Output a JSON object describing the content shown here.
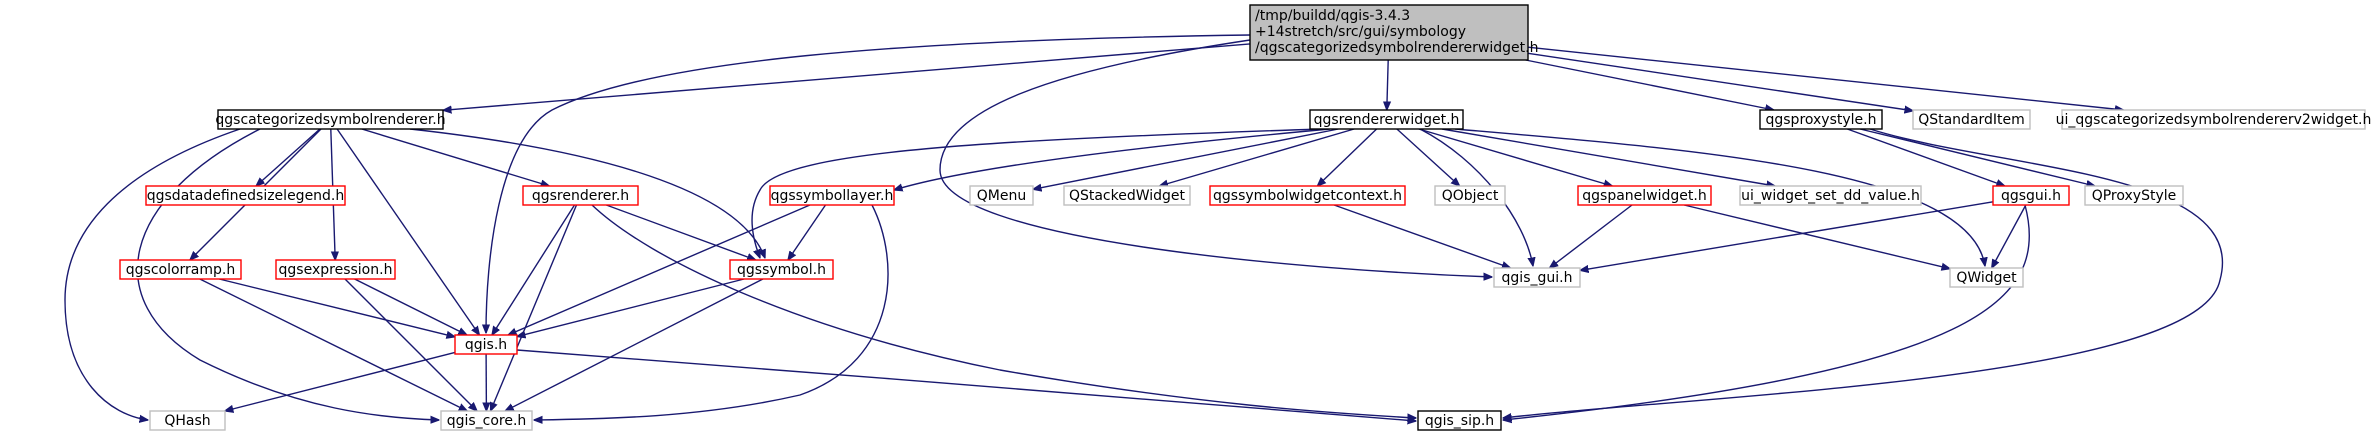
{
  "colors": {
    "edge": "#191970",
    "root_fill": "#bfbfbf",
    "default_fill": "#ffffff",
    "border_black": "#000000",
    "border_red": "#ff0000",
    "border_gray": "#bfbfbf",
    "text": "#000000"
  },
  "nodes": [
    {
      "id": "root",
      "lines": [
        "/tmp/buildd/qgis-3.4.3",
        "+14stretch/src/gui/symbology",
        "/qgscategorizedsymbolrendererwidget.h"
      ],
      "style": "root"
    },
    {
      "id": "qgscategorizedsymbolrenderer",
      "lines": [
        "qgscategorizedsymbolrenderer.h"
      ],
      "style": "black"
    },
    {
      "id": "qgsrendererwidget",
      "lines": [
        "qgsrendererwidget.h"
      ],
      "style": "black"
    },
    {
      "id": "qgsproxystyle",
      "lines": [
        "qgsproxystyle.h"
      ],
      "style": "black"
    },
    {
      "id": "QStandardItem",
      "lines": [
        "QStandardItem"
      ],
      "style": "gray"
    },
    {
      "id": "ui_widget",
      "lines": [
        "ui_qgscategorizedsymbolrendererv2widget.h"
      ],
      "style": "gray"
    },
    {
      "id": "qgsdatadefinedsizelegend",
      "lines": [
        "qgsdatadefinedsizelegend.h"
      ],
      "style": "red"
    },
    {
      "id": "qgsrenderer",
      "lines": [
        "qgsrenderer.h"
      ],
      "style": "red"
    },
    {
      "id": "qgssymbollayer",
      "lines": [
        "qgssymbollayer.h"
      ],
      "style": "red"
    },
    {
      "id": "QMenu",
      "lines": [
        "QMenu"
      ],
      "style": "gray"
    },
    {
      "id": "QStackedWidget",
      "lines": [
        "QStackedWidget"
      ],
      "style": "gray"
    },
    {
      "id": "qgssymbolwidgetcontext",
      "lines": [
        "qgssymbolwidgetcontext.h"
      ],
      "style": "red"
    },
    {
      "id": "QObject",
      "lines": [
        "QObject"
      ],
      "style": "gray"
    },
    {
      "id": "qgspanelwidget",
      "lines": [
        "qgspanelwidget.h"
      ],
      "style": "red"
    },
    {
      "id": "ui_widget_set_dd_value",
      "lines": [
        "ui_widget_set_dd_value.h"
      ],
      "style": "gray"
    },
    {
      "id": "qgsgui",
      "lines": [
        "qgsgui.h"
      ],
      "style": "red"
    },
    {
      "id": "QProxyStyle",
      "lines": [
        "QProxyStyle"
      ],
      "style": "gray"
    },
    {
      "id": "qgscolorramp",
      "lines": [
        "qgscolorramp.h"
      ],
      "style": "red"
    },
    {
      "id": "qgsexpression",
      "lines": [
        "qgsexpression.h"
      ],
      "style": "red"
    },
    {
      "id": "qgssymbol",
      "lines": [
        "qgssymbol.h"
      ],
      "style": "red"
    },
    {
      "id": "qgis_gui",
      "lines": [
        "qgis_gui.h"
      ],
      "style": "gray"
    },
    {
      "id": "QWidget",
      "lines": [
        "QWidget"
      ],
      "style": "gray"
    },
    {
      "id": "qgis",
      "lines": [
        "qgis.h"
      ],
      "style": "red"
    },
    {
      "id": "QHash",
      "lines": [
        "QHash"
      ],
      "style": "gray"
    },
    {
      "id": "qgis_core",
      "lines": [
        "qgis_core.h"
      ],
      "style": "gray"
    },
    {
      "id": "qgis_sip",
      "lines": [
        "qgis_sip.h"
      ],
      "style": "black"
    }
  ],
  "edges": [
    [
      "root",
      "qgscategorizedsymbolrenderer"
    ],
    [
      "root",
      "qgis"
    ],
    [
      "root",
      "qgis_gui"
    ],
    [
      "root",
      "qgsrendererwidget"
    ],
    [
      "root",
      "qgsproxystyle"
    ],
    [
      "root",
      "QStandardItem"
    ],
    [
      "root",
      "ui_widget"
    ],
    [
      "qgscategorizedsymbolrenderer",
      "qgsdatadefinedsizelegend"
    ],
    [
      "qgscategorizedsymbolrenderer",
      "qgsrenderer"
    ],
    [
      "qgscategorizedsymbolrenderer",
      "qgscolorramp"
    ],
    [
      "qgscategorizedsymbolrenderer",
      "qgsexpression"
    ],
    [
      "qgscategorizedsymbolrenderer",
      "qgssymbol"
    ],
    [
      "qgscategorizedsymbolrenderer",
      "qgis"
    ],
    [
      "qgscategorizedsymbolrenderer",
      "QHash"
    ],
    [
      "qgscategorizedsymbolrenderer",
      "qgis_core"
    ],
    [
      "qgsrenderer",
      "qgssymbol"
    ],
    [
      "qgsrenderer",
      "qgis"
    ],
    [
      "qgsrenderer",
      "qgis_core"
    ],
    [
      "qgsrenderer",
      "qgis_sip"
    ],
    [
      "qgsrendererwidget",
      "qgssymbollayer"
    ],
    [
      "qgsrendererwidget",
      "QMenu"
    ],
    [
      "qgsrendererwidget",
      "QStackedWidget"
    ],
    [
      "qgsrendererwidget",
      "qgssymbolwidgetcontext"
    ],
    [
      "qgsrendererwidget",
      "QObject"
    ],
    [
      "qgsrendererwidget",
      "qgspanelwidget"
    ],
    [
      "qgsrendererwidget",
      "ui_widget_set_dd_value"
    ],
    [
      "qgsrendererwidget",
      "qgis_gui"
    ],
    [
      "qgsrendererwidget",
      "QWidget"
    ],
    [
      "qgsrendererwidget",
      "qgssymbol"
    ],
    [
      "qgssymbollayer",
      "qgssymbol"
    ],
    [
      "qgssymbollayer",
      "qgis"
    ],
    [
      "qgssymbollayer",
      "qgis_core"
    ],
    [
      "qgssymbolwidgetcontext",
      "qgis_gui"
    ],
    [
      "qgspanelwidget",
      "qgis_gui"
    ],
    [
      "qgspanelwidget",
      "QWidget"
    ],
    [
      "qgsproxystyle",
      "qgsgui"
    ],
    [
      "qgsproxystyle",
      "QProxyStyle"
    ],
    [
      "qgsproxystyle",
      "qgis_sip"
    ],
    [
      "qgsgui",
      "qgis_gui"
    ],
    [
      "qgsgui",
      "QWidget"
    ],
    [
      "qgsgui",
      "qgis_sip"
    ],
    [
      "qgscolorramp",
      "qgis"
    ],
    [
      "qgscolorramp",
      "qgis_core"
    ],
    [
      "qgsexpression",
      "qgis"
    ],
    [
      "qgsexpression",
      "qgis_core"
    ],
    [
      "qgssymbol",
      "qgis"
    ],
    [
      "qgssymbol",
      "qgis_core"
    ],
    [
      "qgis",
      "QHash"
    ],
    [
      "qgis",
      "qgis_core"
    ],
    [
      "qgis",
      "qgis_sip"
    ]
  ]
}
